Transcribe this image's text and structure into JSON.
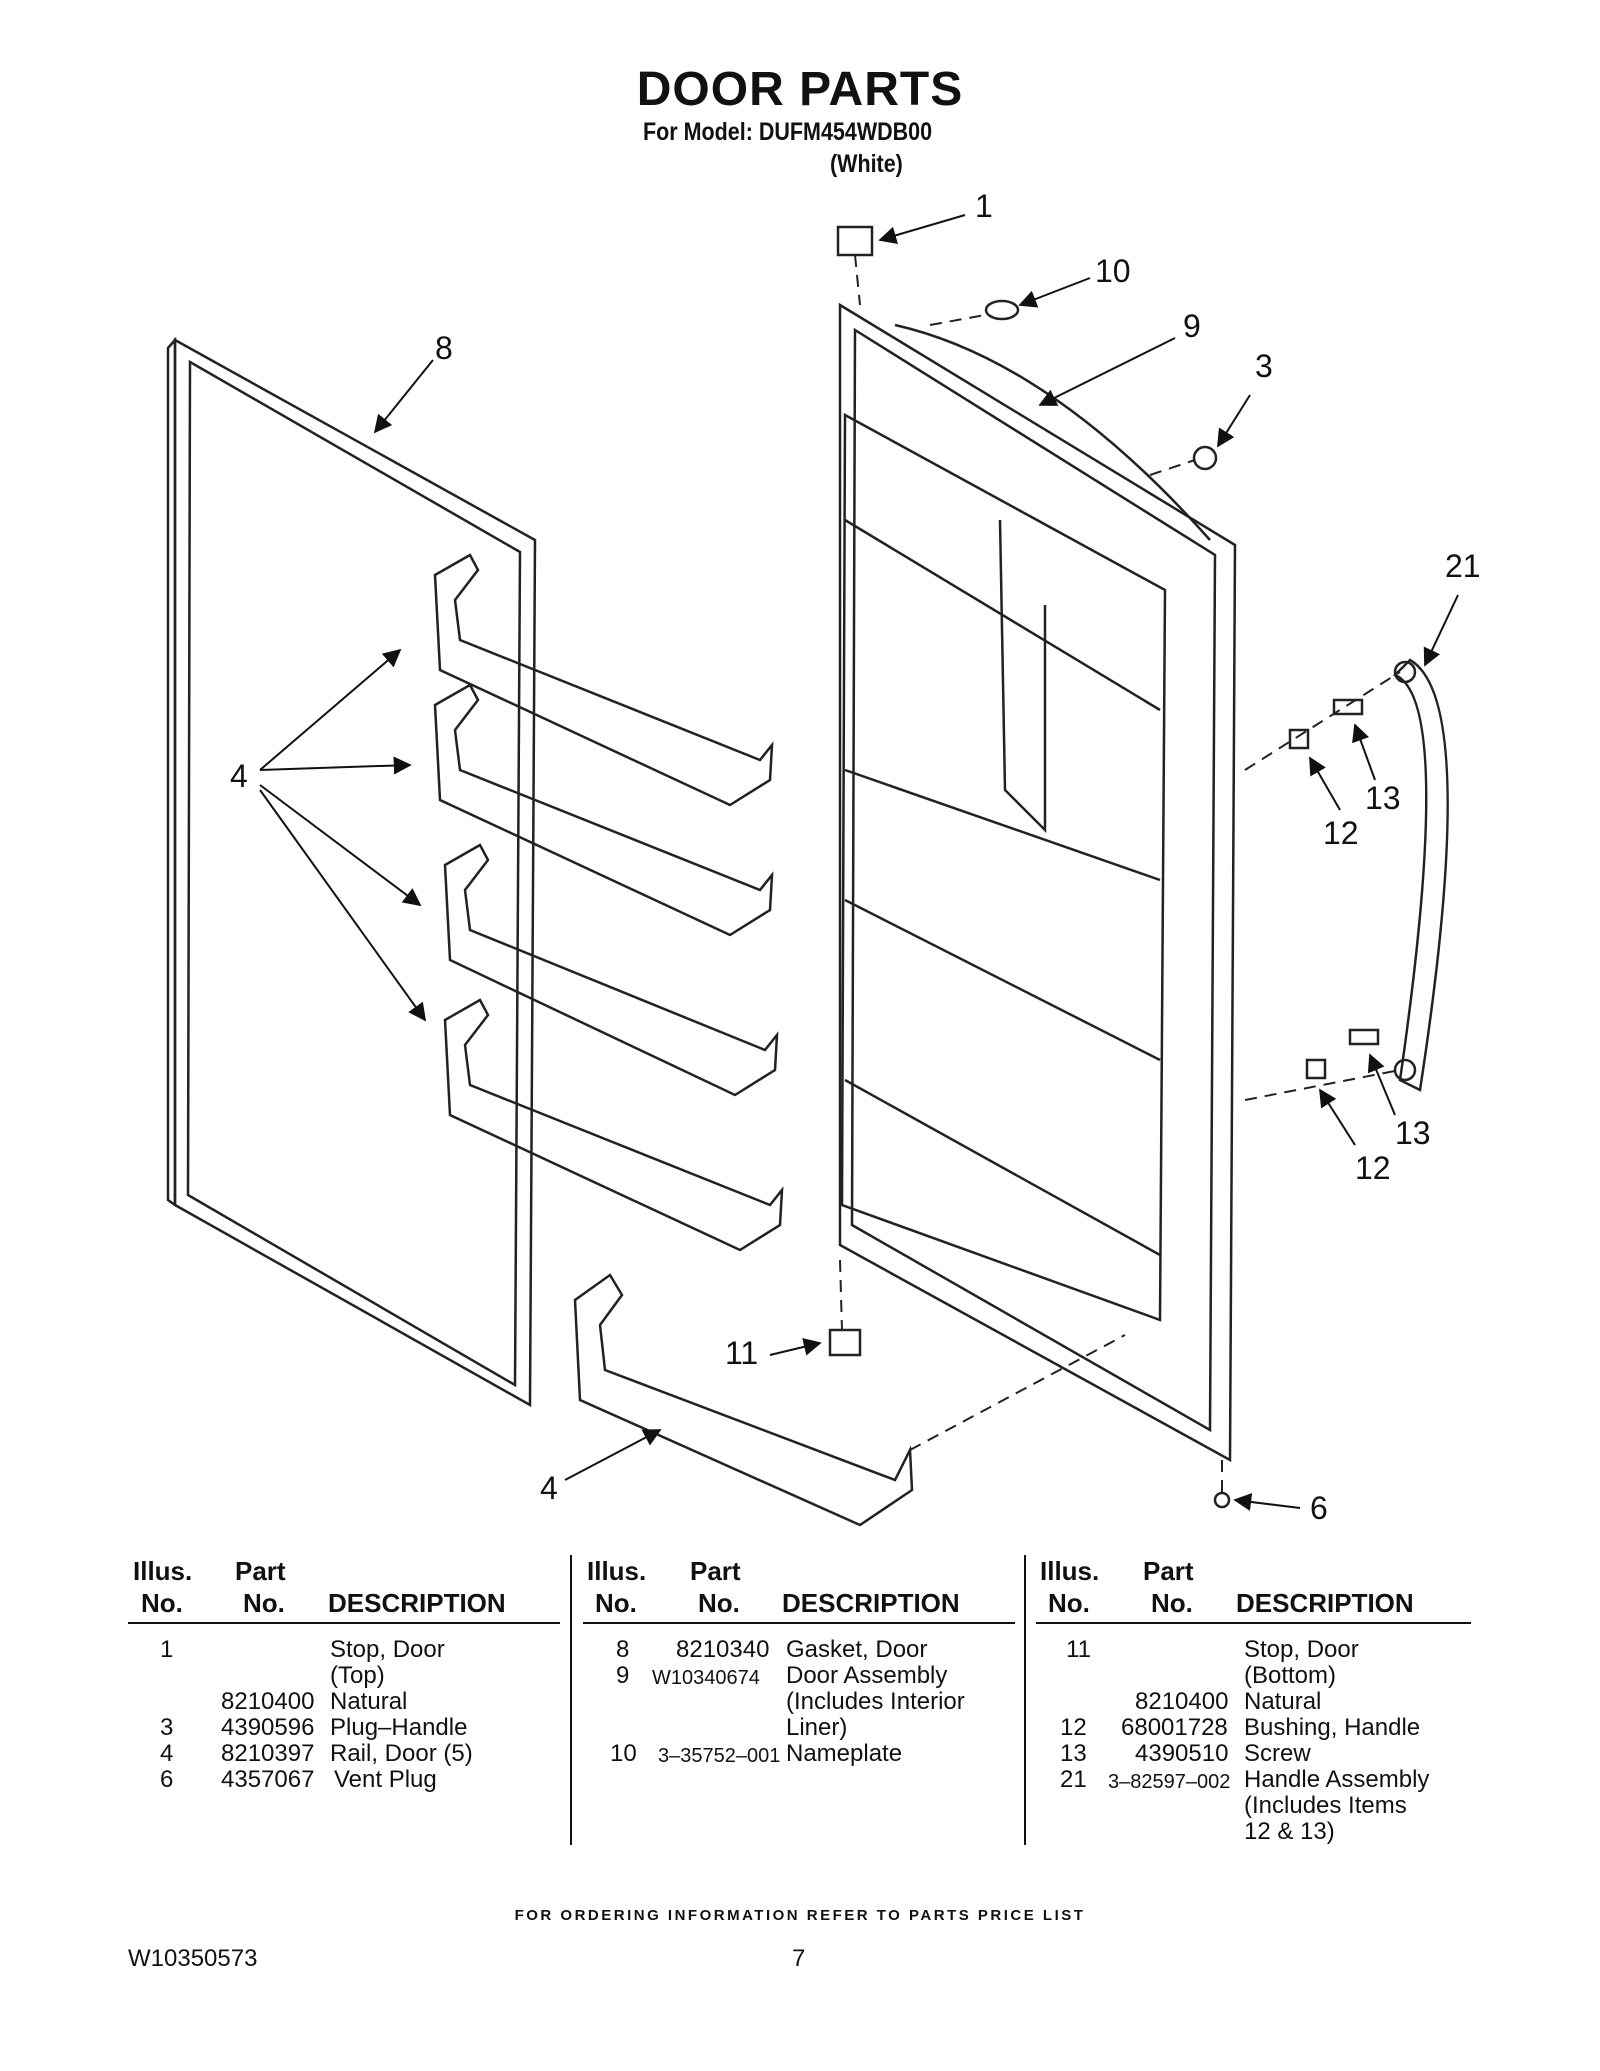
{
  "header": {
    "title": "DOOR PARTS",
    "model": "For Model: DUFM454WDB00",
    "color": "(White)"
  },
  "callouts": {
    "c1": "1",
    "c10": "10",
    "c9": "9",
    "c3": "3",
    "c8": "8",
    "c21": "21",
    "c4a": "4",
    "c13a": "13",
    "c12a": "12",
    "c13b": "13",
    "c12b": "12",
    "c11": "11",
    "c4b": "4",
    "c6": "6"
  },
  "table": {
    "headers": {
      "illus1": "Illus.",
      "illus2": "No.",
      "part1": "Part",
      "part2": "No.",
      "desc": "DESCRIPTION"
    },
    "columns": [
      {
        "rows": [
          {
            "illus": "1",
            "part": "",
            "desc": "Stop, Door"
          },
          {
            "illus": "",
            "part": "",
            "desc": "(Top)"
          },
          {
            "illus": "",
            "part": "8210400",
            "desc": "Natural"
          },
          {
            "illus": "3",
            "part": "4390596",
            "desc": "Plug–Handle"
          },
          {
            "illus": "4",
            "part": "8210397",
            "desc": "Rail, Door (5)"
          },
          {
            "illus": "6",
            "part": "4357067",
            "desc": "Vent Plug"
          }
        ]
      },
      {
        "rows": [
          {
            "illus": "8",
            "part": "8210340",
            "desc": "Gasket, Door"
          },
          {
            "illus": "9",
            "part": "W10340674",
            "desc": "Door Assembly"
          },
          {
            "illus": "",
            "part": "",
            "desc": "(Includes Interior"
          },
          {
            "illus": "",
            "part": "",
            "desc": "Liner)"
          },
          {
            "illus": "10",
            "part": "3–35752–001",
            "desc": "Nameplate"
          }
        ]
      },
      {
        "rows": [
          {
            "illus": "11",
            "part": "",
            "desc": "Stop, Door"
          },
          {
            "illus": "",
            "part": "",
            "desc": "(Bottom)"
          },
          {
            "illus": "",
            "part": "8210400",
            "desc": "Natural"
          },
          {
            "illus": "12",
            "part": "68001728",
            "desc": "Bushing, Handle"
          },
          {
            "illus": "13",
            "part": "4390510",
            "desc": "Screw"
          },
          {
            "illus": "21",
            "part": "3–82597–002",
            "desc": "Handle Assembly"
          },
          {
            "illus": "",
            "part": "",
            "desc": "(Includes Items"
          },
          {
            "illus": "",
            "part": "",
            "desc": "12 & 13)"
          }
        ]
      }
    ]
  },
  "footer": {
    "note": "FOR ORDERING INFORMATION REFER TO PARTS PRICE LIST",
    "doc_number": "W10350573",
    "page": "7"
  }
}
